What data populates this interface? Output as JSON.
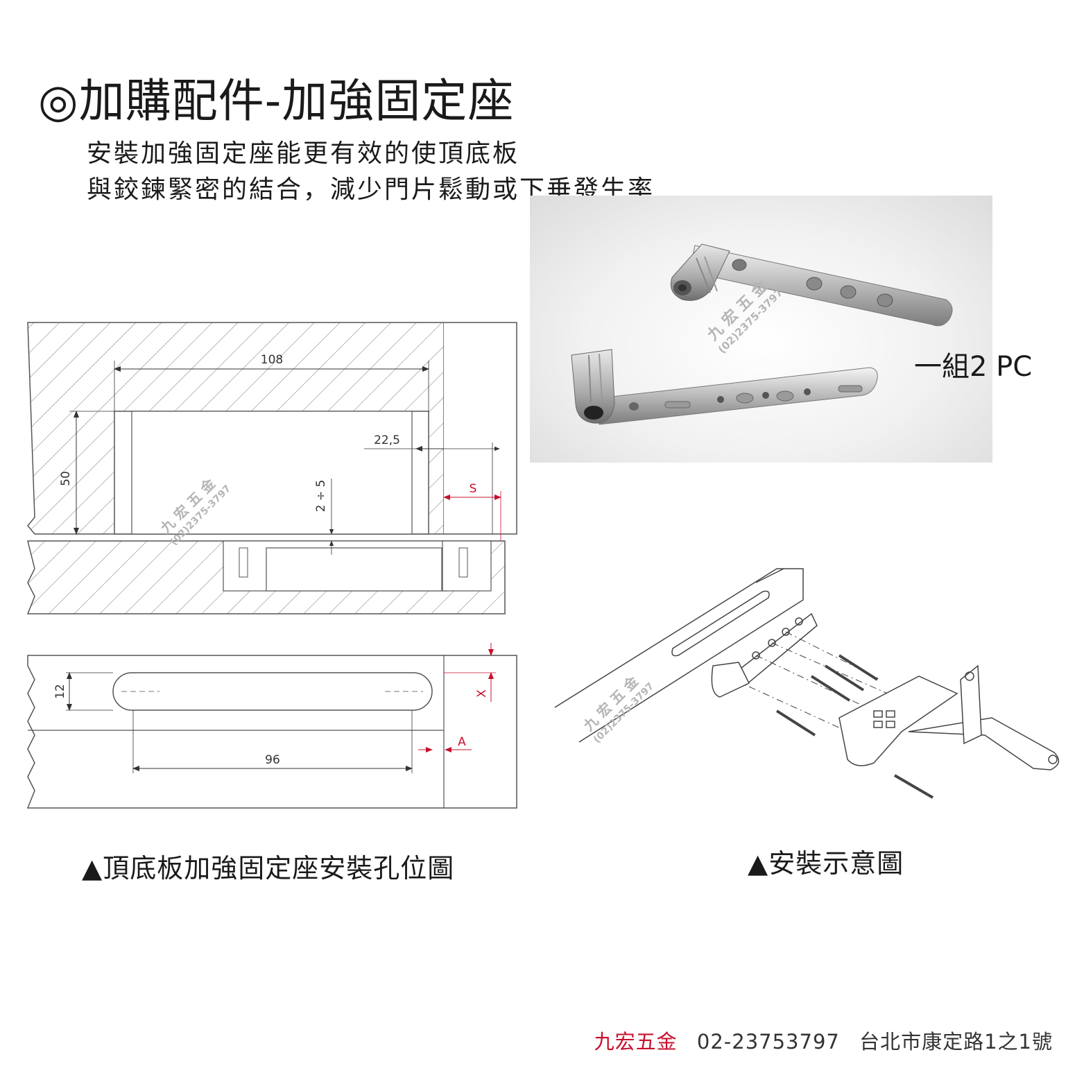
{
  "header": {
    "title": "◎加購配件-加強固定座",
    "intro_line1": "安裝加強固定座能更有效的使頂底板",
    "intro_line2": "與鉸鍊緊密的結合，減少門片鬆動或下垂發生率"
  },
  "product": {
    "set_label": "一組2 PC"
  },
  "drawing": {
    "dims": {
      "width_108": "108",
      "height_50": "50",
      "offset_22_5": "22,5",
      "depth_2_5": "2 ÷ 5",
      "slot_height_12": "12",
      "slot_pitch_96": "96"
    },
    "red_labels": {
      "s": "S",
      "x": "X",
      "a": "A"
    }
  },
  "watermark": {
    "name": "九 宏 五 金",
    "phone": "(02)2375-3797"
  },
  "captions": {
    "left": "▲頂底板加強固定座安裝孔位圖",
    "right": "▲安裝示意圖"
  },
  "footer": {
    "brand": "九宏五金",
    "phone": "02-23753797",
    "address": "台北市康定路1之1號"
  },
  "colors": {
    "accent_red": "#c8102e",
    "line": "#555555",
    "watermark": "#b5b5b5"
  }
}
